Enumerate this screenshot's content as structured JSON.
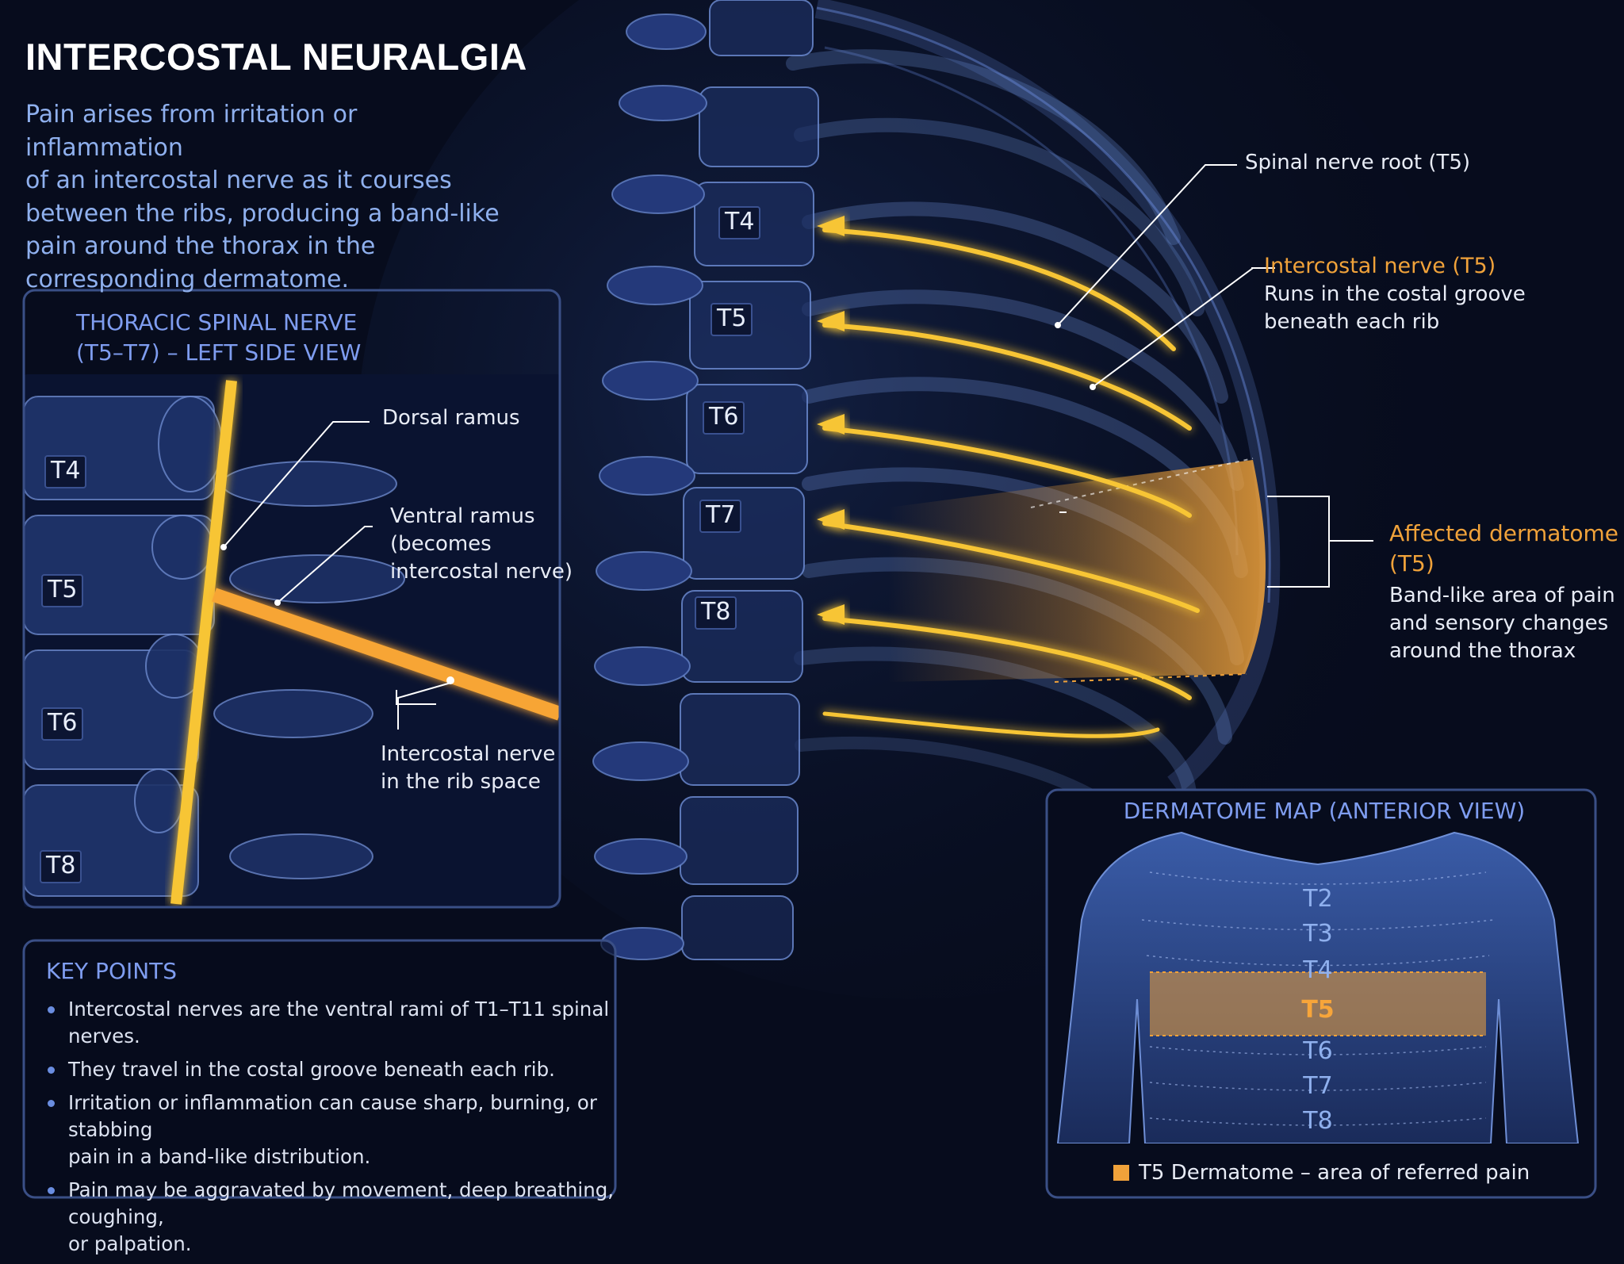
{
  "title": "INTERCOSTAL NEURALGIA",
  "intro_lines": [
    "Pain arises from irritation or inflammation",
    "of an intercostal nerve as it courses",
    "between the ribs, producing a band-like",
    "pain around the thorax in the",
    "corresponding dermatome."
  ],
  "side_panel": {
    "title_line1": "THORACIC SPINAL NERVE",
    "title_line2": "(T5–T7) – LEFT SIDE VIEW",
    "vertebrae": [
      "T4",
      "T5",
      "T6",
      "T8"
    ],
    "labels": {
      "dorsal_ramus": "Dorsal ramus",
      "ventral_line1": "Ventral ramus",
      "ventral_line2": "(becomes",
      "ventral_line3": "intercostal nerve)",
      "ic_line1": "Intercostal nerve",
      "ic_line2": "in the rib space"
    }
  },
  "spine_vertebrae": [
    "T4",
    "T5",
    "T6",
    "T7",
    "T8"
  ],
  "callouts": {
    "root": "Spinal nerve root (T5)",
    "ic_title": "Intercostal nerve (T5)",
    "ic_line1": "Runs in the costal groove",
    "ic_line2": "beneath each rib",
    "derm_title_line1": "Affected dermatome",
    "derm_title_line2": "(T5)",
    "derm_line1": "Band-like area of pain",
    "derm_line2": "and sensory changes",
    "derm_line3": "around the thorax"
  },
  "key_points": {
    "title": "KEY POINTS",
    "items": [
      {
        "line1": "Intercostal nerves are the ventral rami of T1–T11 spinal nerves.",
        "line2": ""
      },
      {
        "line1": "They travel in the costal groove beneath each rib.",
        "line2": ""
      },
      {
        "line1": "Irritation or inflammation can cause sharp, burning, or stabbing",
        "line2": "pain in a band-like distribution."
      },
      {
        "line1": "Pain may be aggravated by movement, deep breathing, coughing,",
        "line2": "or palpation."
      }
    ]
  },
  "dermatome_map": {
    "title": "DERMATOME MAP",
    "title_suffix": " (ANTERIOR VIEW)",
    "levels": [
      "T2",
      "T3",
      "T4",
      "T5",
      "T6",
      "T7",
      "T8"
    ],
    "highlight": "T5",
    "legend": "T5 Dermatome – area of referred pain"
  },
  "colors": {
    "background": "#070c1d",
    "accent_orange": "#f0a23a",
    "nerve_yellow": "#f7c534",
    "panel_border": "#3a4f86",
    "heading_blue": "#7f9df0"
  }
}
